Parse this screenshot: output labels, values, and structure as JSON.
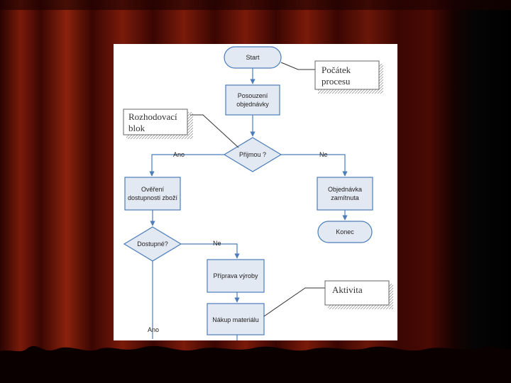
{
  "slide": {
    "curtain_colors": {
      "deep": "#3a0602",
      "mid": "#7a1a0a",
      "shadow": "#0a0000",
      "side_dark": "#050505"
    }
  },
  "flowchart": {
    "start": "Start",
    "assessment": [
      "Posouzení",
      "objednávky"
    ],
    "decision_accept": "Přijmou ?",
    "branch_yes": "Ano",
    "branch_no": "Ne",
    "order_locked": [
      "Objednávka",
      "zamítnuta"
    ],
    "end": "Konec",
    "verify_stock": [
      "Ověření",
      "dostupnosti zboží"
    ],
    "decision_available": "Dostupné?",
    "branch_no_2": "Ne",
    "branch_yes_2": "Ano",
    "production_prep": "Příprava výroby",
    "material_purchase": "Nákup materiálu"
  },
  "callouts": {
    "process_start": [
      "Počátek",
      "procesu"
    ],
    "decision_block": [
      "Rozhodovací",
      "blok"
    ],
    "activity": "Aktivita"
  }
}
